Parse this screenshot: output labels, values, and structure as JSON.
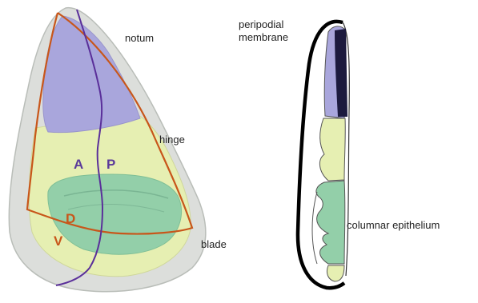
{
  "left_labels": {
    "notum": "notum",
    "hinge": "hinge",
    "blade": "blade",
    "a": "A",
    "p": "P",
    "d": "D",
    "v": "V"
  },
  "right_labels": {
    "peripodial_line1": "peripodial",
    "peripodial_line2": "membrane",
    "columnar": "columnar epithelium"
  },
  "colors": {
    "notum_region": "#a9a6dc",
    "hinge_region": "#e6efb2",
    "blade_region": "#93cfa9",
    "ap_boundary": "#5a2f9a",
    "dv_boundary": "#c8561a",
    "ap_label": "#5a3a9a",
    "dv_label": "#c8561a",
    "dark_notum": "#1c1a3e"
  }
}
